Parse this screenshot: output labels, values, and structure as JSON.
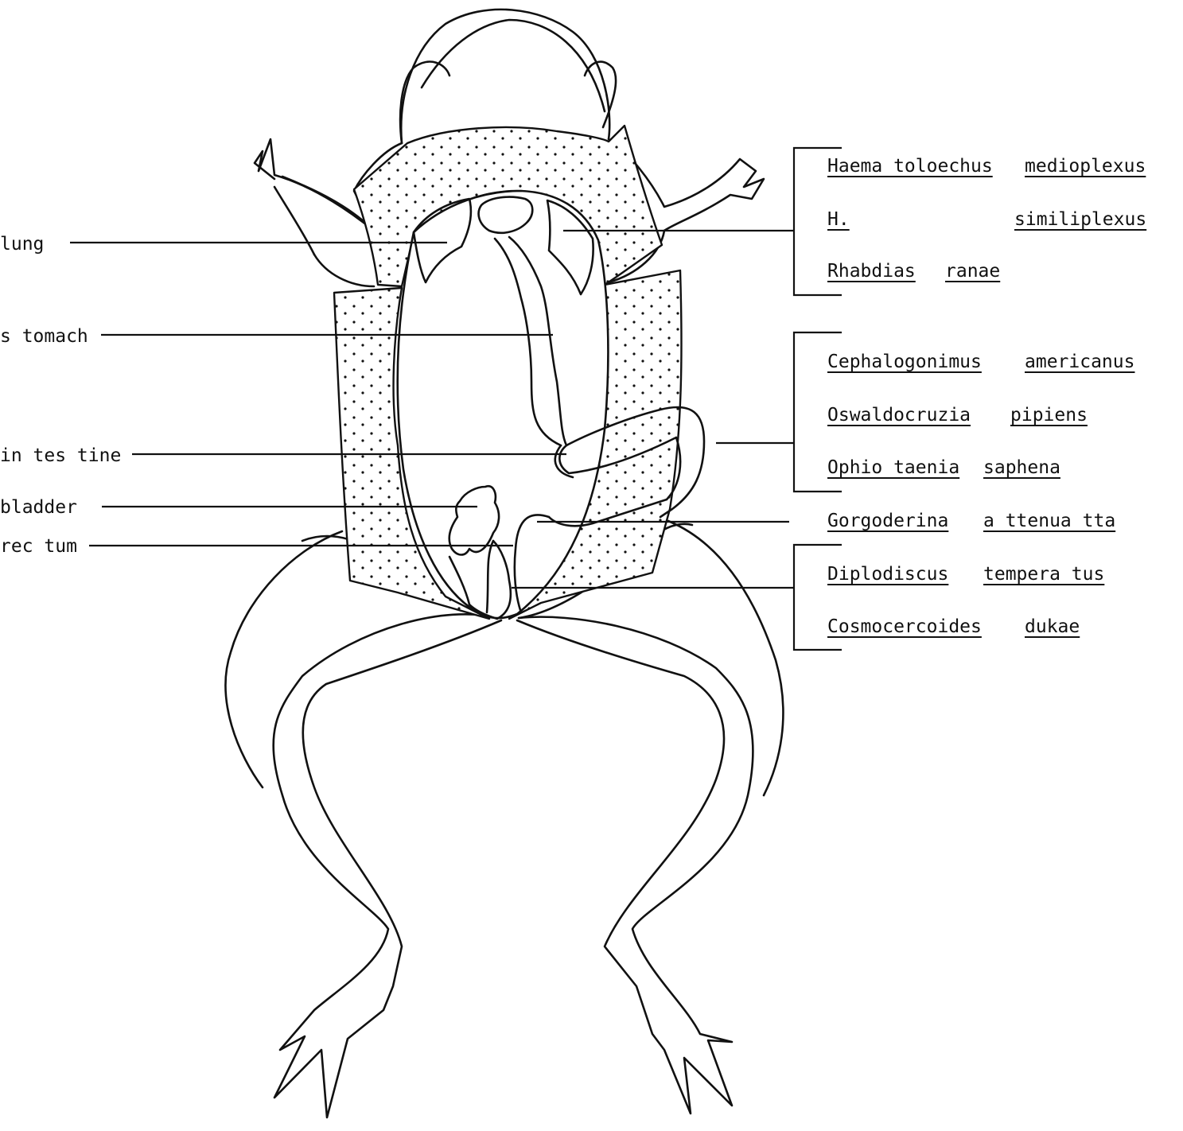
{
  "organs": {
    "lung": "lung",
    "stomach": "s tomach",
    "intestine": "in tes tine",
    "bladder": "bladder",
    "rectum": "rec tum"
  },
  "parasites": {
    "lung_group": {
      "h_medioplexus_genus": "Haema toloechus",
      "h_medioplexus_species": "medioplexus",
      "h_similiplexus_genus": "H.",
      "h_similiplexus_species": "similiplexus",
      "r_ranae_genus": "Rhabdias",
      "r_ranae_species": "ranae"
    },
    "intestine_group": {
      "c_americanus_genus": "Cephalogonimus",
      "c_americanus_species": "americanus",
      "o_pipiens_genus": "Oswaldocruzia",
      "o_pipiens_species": "pipiens",
      "o_saphena_genus": "Ophio taenia",
      "o_saphena_species": "saphena"
    },
    "bladder_single": {
      "g_attenuatta_genus": "Gorgoderina",
      "g_attenuatta_species": "a ttenua tta"
    },
    "rectum_group": {
      "d_temperatus_genus": "Diplodiscus",
      "d_temperatus_species": "tempera tus",
      "c_dukae_genus": "Cosmocercoides",
      "c_dukae_species": "dukae"
    }
  }
}
